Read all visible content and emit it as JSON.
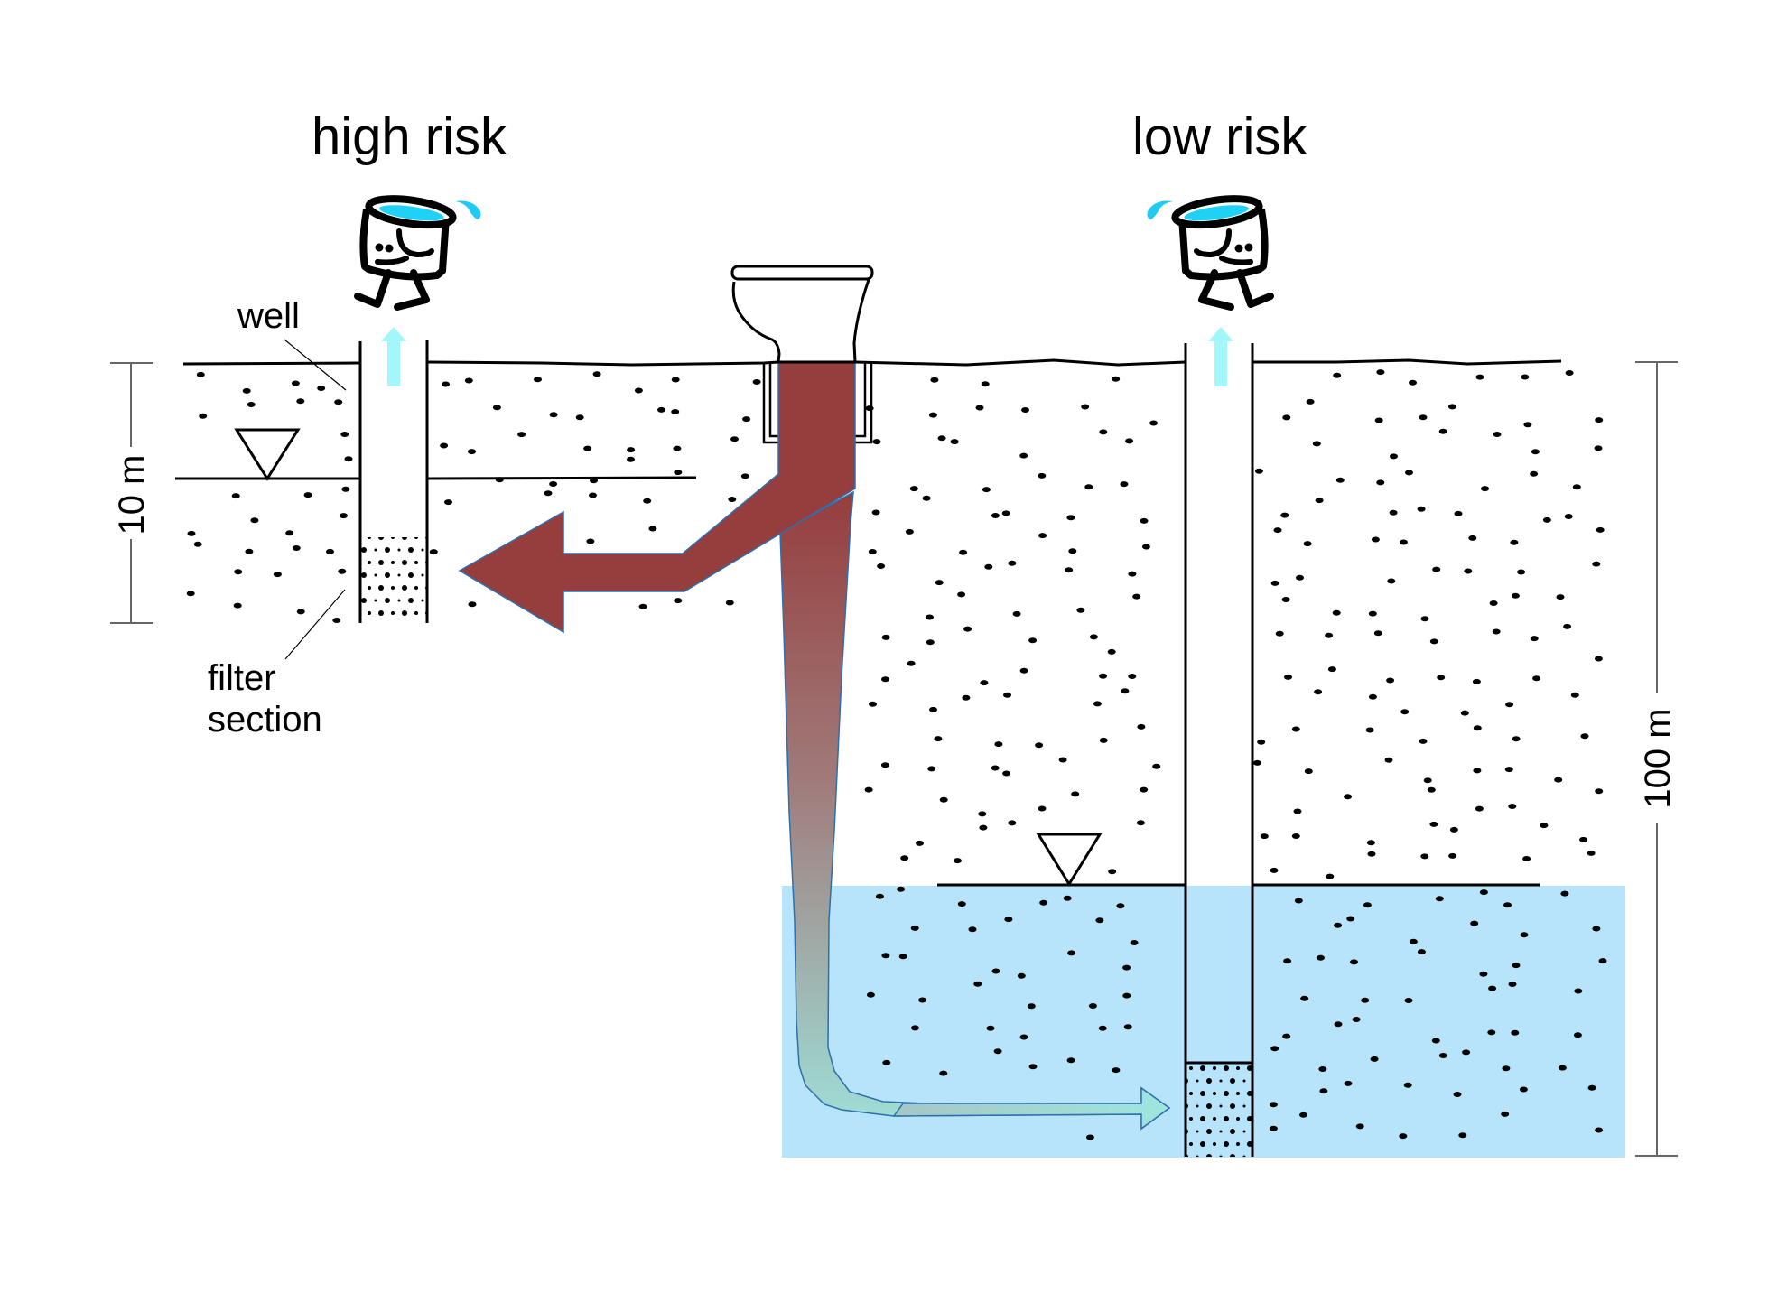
{
  "titles": {
    "left": "high risk",
    "right": "low risk"
  },
  "labels": {
    "well": "well",
    "filter_line1": "filter",
    "filter_line2": "section",
    "scale_left": "10 m",
    "scale_right": "100 m"
  },
  "icons": {
    "left_bucket": "walking-water-bucket-icon",
    "right_bucket": "walking-water-bucket-icon",
    "toilet": "toilet-icon",
    "water_table": "water-table-triangle-icon"
  },
  "colors": {
    "contaminant": "#963d3d",
    "plume_end": "#9fe0d8",
    "groundwater": "#b8e4fb",
    "pump_arrow": "#a3f7fb",
    "bucket_water": "#1fd1f5",
    "outline": "#2c6fae"
  }
}
